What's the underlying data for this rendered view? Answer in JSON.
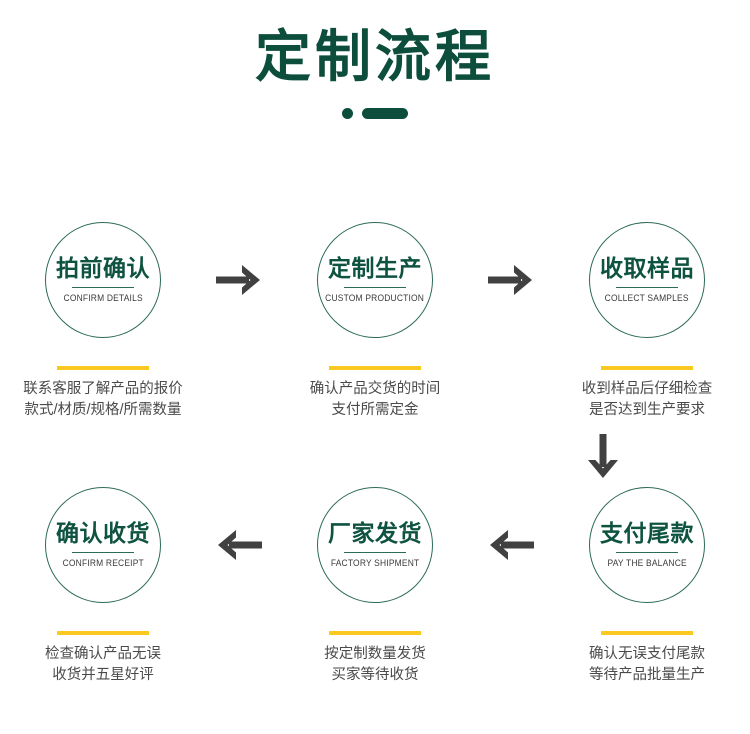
{
  "header": {
    "title": "定制流程",
    "decoration": "dot-dash"
  },
  "colors": {
    "title_green": "#0d4d3c",
    "circle_stroke": "#2d6b58",
    "circle_text": "#0e5240",
    "accent_gold": "#fbc91f",
    "arrow_gray": "#414141",
    "caption_gray": "#4a4a4a",
    "background": "#ffffff"
  },
  "flow": {
    "row_one": [
      {
        "cn": "拍前确认",
        "en": "CONFIRM DETAILS",
        "caption_line1": "联系客服了解产品的报价",
        "caption_line2": "款式/材质/规格/所需数量"
      },
      {
        "cn": "定制生产",
        "en": "CUSTOM PRODUCTION",
        "caption_line1": "确认产品交货的时间",
        "caption_line2": "支付所需定金"
      },
      {
        "cn": "收取样品",
        "en": "COLLECT SAMPLES",
        "caption_line1": "收到样品后仔细检查",
        "caption_line2": "是否达到生产要求"
      }
    ],
    "row_two": [
      {
        "cn": "确认收货",
        "en": "CONFIRM RECEIPT",
        "caption_line1": "检查确认产品无误",
        "caption_line2": "收货并五星好评"
      },
      {
        "cn": "厂家发货",
        "en": "FACTORY SHIPMENT",
        "caption_line1": "按定制数量发货",
        "caption_line2": "买家等待收货"
      },
      {
        "cn": "支付尾款",
        "en": "PAY THE BALANCE",
        "caption_line1": "确认无误支付尾款",
        "caption_line2": "等待产品批量生产"
      }
    ],
    "arrows": {
      "row_one_1": "arrow-right-icon",
      "row_one_2": "arrow-right-icon",
      "row_connector": "arrow-down-icon",
      "row_two_1": "arrow-left-icon",
      "row_two_2": "arrow-left-icon"
    }
  }
}
